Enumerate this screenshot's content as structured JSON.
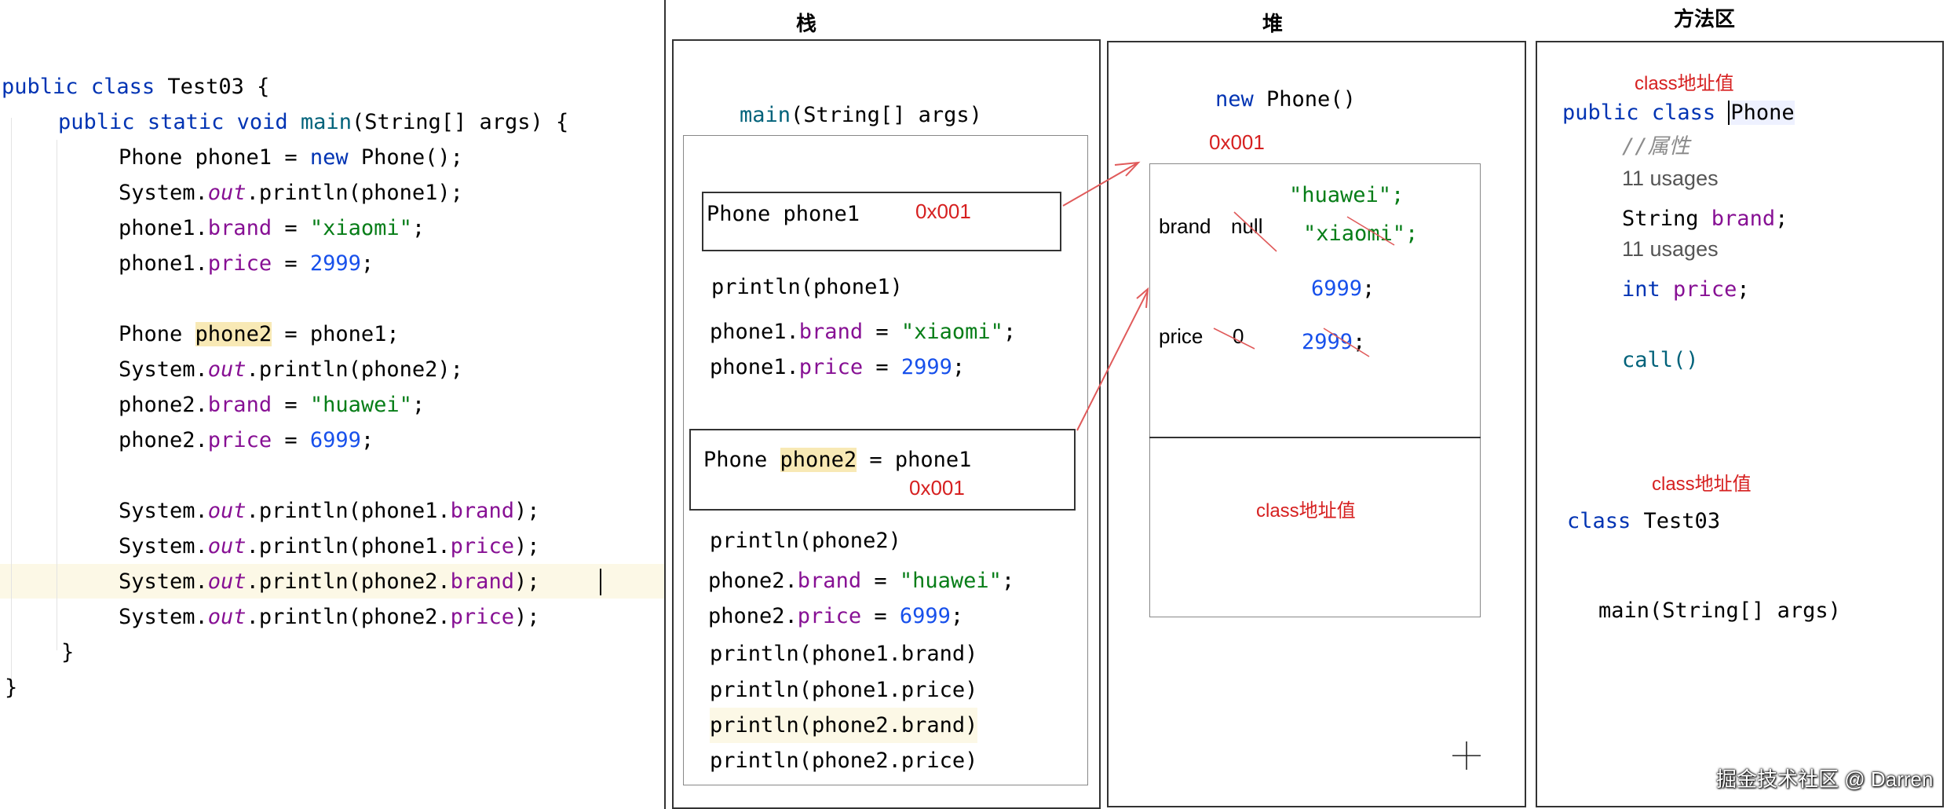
{
  "left_code": {
    "l1_public": "public",
    "l1_class": "class",
    "l1_name": "Test03 {",
    "l2_public": "public",
    "l2_static": "static",
    "l2_void": "void",
    "l2_main": "main",
    "l2_rest": "(String[] args) {",
    "l3_a": "Phone phone1 = ",
    "l3_new": "new",
    "l3_b": " Phone();",
    "l4_a": "System.",
    "l4_out": "out",
    "l4_b": ".println(phone1);",
    "l5_a": "phone1.",
    "l5_f": "brand",
    "l5_b": " = ",
    "l5_s": "\"xiaomi\"",
    "l5_c": ";",
    "l6_a": "phone1.",
    "l6_f": "price",
    "l6_b": " = ",
    "l6_n": "2999",
    "l6_c": ";",
    "l7_a": "Phone ",
    "l7_hl": "phone2",
    "l7_b": " = phone1;",
    "l8_a": "System.",
    "l8_out": "out",
    "l8_b": ".println(phone2);",
    "l9_a": "phone2.",
    "l9_f": "brand",
    "l9_b": " = ",
    "l9_s": "\"huawei\"",
    "l9_c": ";",
    "l10_a": "phone2.",
    "l10_f": "price",
    "l10_b": " = ",
    "l10_n": "6999",
    "l10_c": ";",
    "l11_a": "System.",
    "l11_out": "out",
    "l11_b": ".println(phone1.",
    "l11_f": "brand",
    "l11_c": ");",
    "l12_a": "System.",
    "l12_out": "out",
    "l12_b": ".println(phone1.",
    "l12_f": "price",
    "l12_c": ");",
    "l13_a": "System.",
    "l13_out": "out",
    "l13_b": ".println(phone2.",
    "l13_f": "brand",
    "l13_c": ");",
    "l14_a": "System.",
    "l14_out": "out",
    "l14_b": ".println(phone2.",
    "l14_f": "price",
    "l14_c": ");",
    "close_inner": "}",
    "close_outer": "}"
  },
  "stack": {
    "heading": "栈",
    "main_name": "main",
    "main_rest": "(String[] args)",
    "p1_decl": "Phone phone1",
    "p1_addr": "0x001",
    "println1": "println(phone1)",
    "b1_a": "phone1.",
    "b1_f": "brand",
    "b1_b": " = ",
    "b1_s": "\"xiaomi\"",
    "b1_c": ";",
    "pr1_a": "phone1.",
    "pr1_f": "price",
    "pr1_b": " = ",
    "pr1_n": "2999",
    "pr1_c": ";",
    "p2_a": "Phone ",
    "p2_hl": "phone2",
    "p2_b": " = phone1",
    "p2_addr": "0x001",
    "println2": "println(phone2)",
    "b2_a": "phone2.",
    "b2_f": "brand",
    "b2_b": " = ",
    "b2_s": "\"huawei\"",
    "b2_c": ";",
    "pr2_a": "phone2.",
    "pr2_f": "price",
    "pr2_b": " = ",
    "pr2_n": "6999",
    "pr2_c": ";",
    "out1": "println(phone1.brand)",
    "out2": "println(phone1.price)",
    "out3": "println(phone2.brand)",
    "out4": "println(phone2.price)"
  },
  "heap": {
    "heading": "堆",
    "new_kw": "new",
    "new_rest": " Phone()",
    "addr": "0x001",
    "brand_label": "brand",
    "brand_null": "null",
    "val_huawei": "\"huawei\";",
    "val_xiaomi": "\"xiaomi\";",
    "val_6999": "6999",
    "semi1": ";",
    "price_label": "price",
    "price_zero": "0",
    "val_2999": "2999",
    "semi2": ";",
    "class_addr": "class地址值"
  },
  "method_area": {
    "heading": "方法区",
    "class_addr_top": "class地址值",
    "pc_public": "public",
    "pc_class": "class",
    "pc_name": "Phone",
    "comment": "//属性",
    "usages1": "11 usages",
    "brand_type": "String ",
    "brand_field": "brand",
    "brand_semi": ";",
    "usages2": "11 usages",
    "price_type": "int",
    "price_field": "price",
    "price_semi": ";",
    "call": "call()",
    "class_addr_mid": "class地址值",
    "t_class": "class",
    "t_name": " Test03",
    "main_sig": "main(String[] args)"
  },
  "watermark": "掘金技术社区 @ Darren",
  "colors": {
    "keyword": "#0033b3",
    "string": "#067d17",
    "number": "#1750eb",
    "field": "#871094",
    "annotation": "#d62020",
    "highlight": "#f8e9b5"
  }
}
